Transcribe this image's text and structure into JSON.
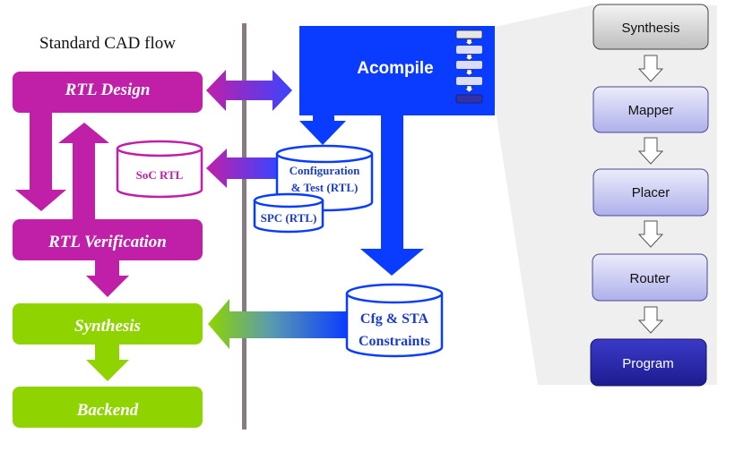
{
  "title": "Standard CAD flow",
  "colors": {
    "magenta": "#c020a8",
    "green": "#8fd400",
    "blue": "#0a3cff",
    "divider": "#857b80",
    "zoom_bg": "#efefef",
    "program": "#2a28a8"
  },
  "left_flow": {
    "rtl_design": "RTL Design",
    "rtl_verification": "RTL Verification",
    "synthesis": "Synthesis",
    "backend": "Backend",
    "soc_rtl": "SoC RTL"
  },
  "center": {
    "acompile": "Acompile",
    "config_test_line1": "Configuration",
    "config_test_line2": "& Test (RTL)",
    "spc": "SPC (RTL)",
    "cfg_sta_line1": "Cfg & STA",
    "cfg_sta_line2": "Constraints"
  },
  "right_flow": {
    "steps": [
      "Synthesis",
      "Mapper",
      "Placer",
      "Router",
      "Program"
    ]
  }
}
